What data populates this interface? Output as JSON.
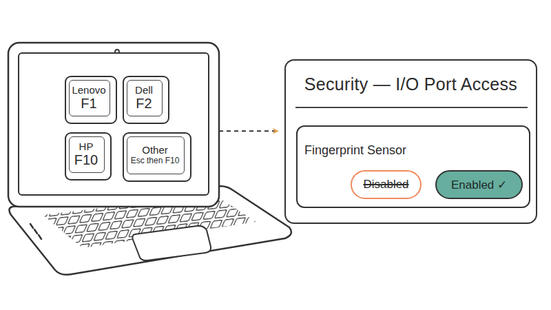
{
  "diagram": {
    "nodes": [
      {
        "text": []
      },
      {
        "text": [
          "Lenovo",
          "F1"
        ],
        "in": 0
      },
      {
        "text": [
          "Dell",
          "F2"
        ],
        "in": 0
      },
      {
        "text": [
          "HP",
          "F10"
        ],
        "in": 0
      },
      {
        "text": [
          "Other",
          "Esc then F10"
        ],
        "in": 0
      },
      {
        "text": [
          "Security — I/O Port Access"
        ]
      },
      {
        "text": [
          "Fingerprint Sensor"
        ],
        "in": 5
      },
      {
        "text": [
          "Disabled"
        ],
        "in": 6
      },
      {
        "text": [
          "Enabled ✓"
        ],
        "in": 6
      }
    ],
    "edges": [
      {
        "from": 0,
        "to": 5,
        "arrow": "to"
      }
    ]
  }
}
